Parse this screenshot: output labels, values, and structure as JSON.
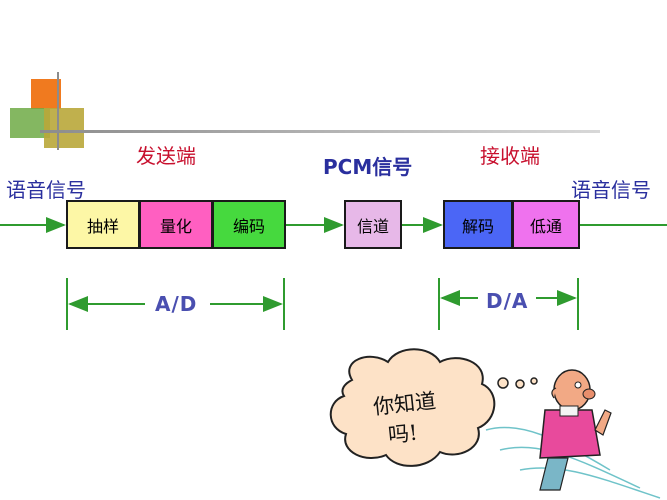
{
  "labels": {
    "sender": "发送端",
    "receiver": "接收端",
    "pcm": "PCM信号",
    "input_signal": "语音信号",
    "output_signal": "语音信号"
  },
  "blocks": {
    "sampling": "抽样",
    "quantization": "量化",
    "encoding": "编码",
    "channel": "信道",
    "decoding": "解码",
    "lowpass": "低通"
  },
  "spans": {
    "ad": "A/D",
    "da": "D/A"
  },
  "bubble": {
    "line1": "你知道",
    "line2": "吗!"
  },
  "colors": {
    "sampling": "#fdf7a6",
    "quantization": "#ff5fc1",
    "encoding": "#46d93e",
    "channel": "#e7b8e8",
    "decoding": "#4b66f6",
    "lowpass": "#ef72ee",
    "accent_line": "#2f9b2f",
    "title_rule": "#a9a9a9"
  }
}
